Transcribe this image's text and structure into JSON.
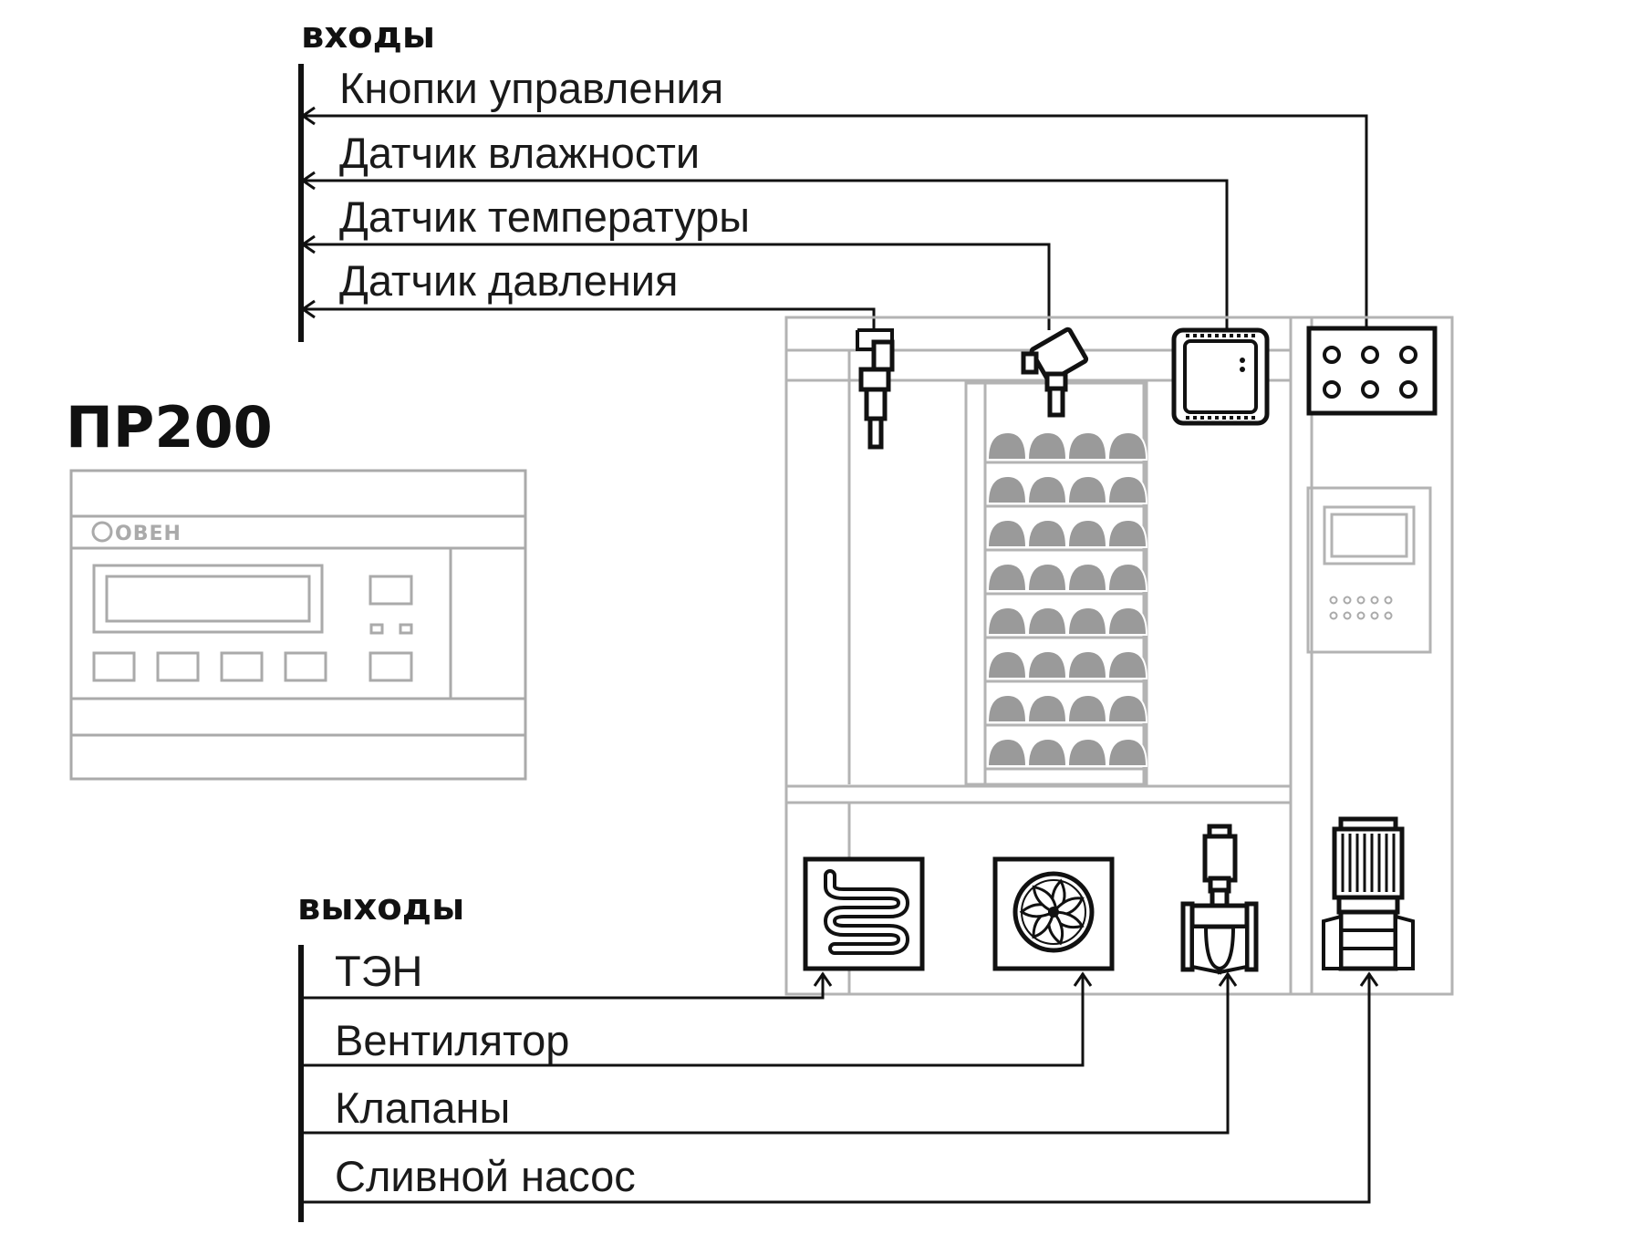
{
  "controller": {
    "title": "ПР200",
    "logo": "ОВЕН"
  },
  "inputs": {
    "heading": "входы",
    "items": [
      {
        "label": "Кнопки управления",
        "device": "buttons-panel-icon"
      },
      {
        "label": "Датчик влажности",
        "device": "humidity-sensor-icon"
      },
      {
        "label": "Датчик температуры",
        "device": "temperature-sensor-icon"
      },
      {
        "label": "Датчик давления",
        "device": "pressure-sensor-icon"
      }
    ]
  },
  "outputs": {
    "heading": "выходы",
    "items": [
      {
        "label": "ТЭН",
        "device": "heater-icon"
      },
      {
        "label": "Вентилятор",
        "device": "fan-icon"
      },
      {
        "label": "Клапаны",
        "device": "valve-icon"
      },
      {
        "label": "Сливной насос",
        "device": "pump-icon"
      }
    ]
  },
  "colors": {
    "line": "#111111",
    "equipment": "#b3b3b3",
    "tray_fill": "#9a9a9a"
  }
}
